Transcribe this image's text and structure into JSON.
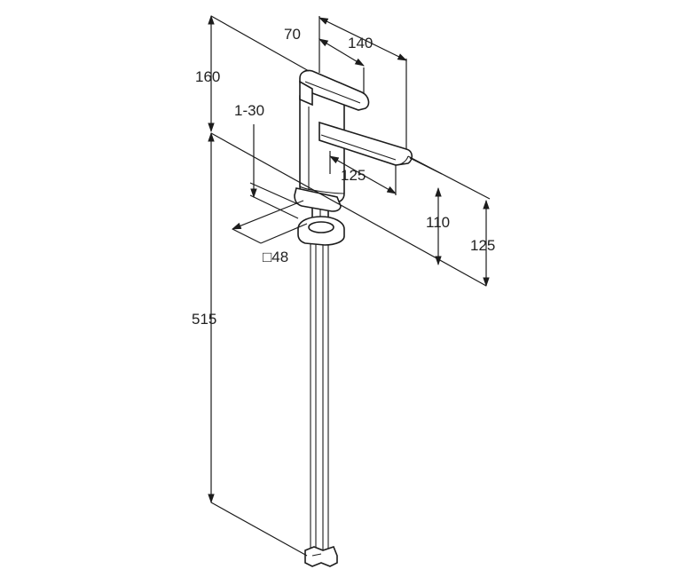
{
  "diagram": {
    "type": "technical-drawing",
    "subject": "single-lever basin mixer with extended supply hoses",
    "unit_note": "",
    "dimensions": {
      "handle_depth": "70",
      "total_depth": "140",
      "total_height": "160",
      "counter_thickness": "1-30",
      "spout_reach": "125",
      "spout_height": "110",
      "spout_outlet_height": "125",
      "base_square": "□48",
      "hose_length": "515"
    },
    "colors": {
      "line": "#1c1c1c",
      "text": "#222222",
      "background": "#ffffff"
    }
  }
}
